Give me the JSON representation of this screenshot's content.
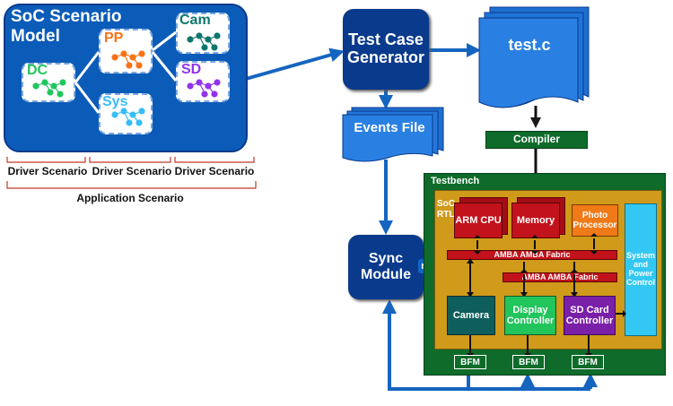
{
  "model": {
    "title_line1": "SoC Scenario",
    "title_line2": "Model",
    "nodes": [
      {
        "label": "DC",
        "color": "#22c55e"
      },
      {
        "label": "PP",
        "color": "#f97316"
      },
      {
        "label": "Sys",
        "color": "#38bdf8"
      },
      {
        "label": "Cam",
        "color": "#0f766e"
      },
      {
        "label": "SD",
        "color": "#9333ea"
      }
    ]
  },
  "scenario_labels": {
    "driver": [
      "Driver Scenario",
      "Driver Scenario",
      "Driver Scenario"
    ],
    "application": "Application  Scenario"
  },
  "generator": {
    "line1": "Test Case",
    "line2": "Generator"
  },
  "test_file": "test.c",
  "events_file": "Events File",
  "compiler": "Compiler",
  "sync": {
    "line1": "Sync",
    "line2": "Module"
  },
  "mailbox": "mailbox",
  "testbench": {
    "title": "Testbench",
    "soc_line1": "SoC",
    "soc_line2": "RTL",
    "arm": "ARM CPU",
    "memory": "Memory",
    "photo_line1": "Photo",
    "photo_line2": "Processor",
    "system_line1": "System",
    "system_line2": "and",
    "system_line3": "Power",
    "system_line4": "Control",
    "fabric1": "AMBA AMBA Fabric",
    "fabric2": "AMBA AMBA Fabric",
    "camera": "Camera",
    "display_line1": "Display",
    "display_line2": "Controller",
    "sd_line1": "SD Card",
    "sd_line2": "Controller",
    "bfm": [
      "BFM",
      "BFM",
      "BFM"
    ]
  },
  "colors": {
    "blue": "#0b5cb8",
    "navy": "#0a3a8c",
    "arrow": "#1565c0",
    "green": "#0e6b2a",
    "gold": "#d09a1a",
    "red": "#c2121b",
    "orange": "#f07a18",
    "cyan": "#33c8f3",
    "teal": "#0e5e5c",
    "lightgreen": "#22c45c",
    "purple": "#7a1fa8"
  }
}
